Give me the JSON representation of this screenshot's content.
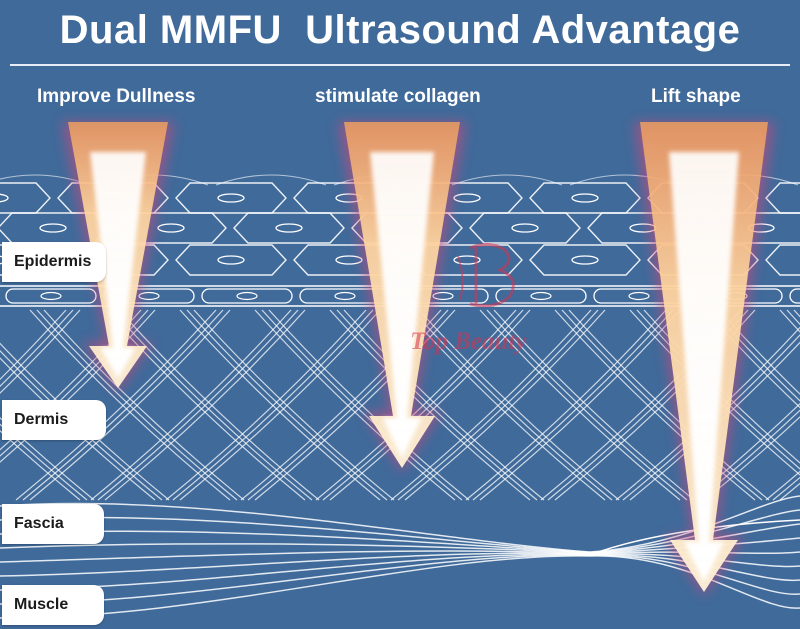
{
  "title": "Dual MMFU  Ultrasound Advantage",
  "benefits": [
    "Improve Dullness",
    "stimulate collagen",
    "Lift shape"
  ],
  "layers": [
    "Epidermis",
    "Dermis",
    "Fascia",
    "Muscle"
  ],
  "watermark": "Top Beauty",
  "colors": {
    "background": "#3f6a9a",
    "tissue_lines": "#ffffff",
    "beam_core": "#fff6dc",
    "beam_glow": "#f08a3a",
    "beam_edge": "#d9467a",
    "watermark": "#d73250"
  }
}
